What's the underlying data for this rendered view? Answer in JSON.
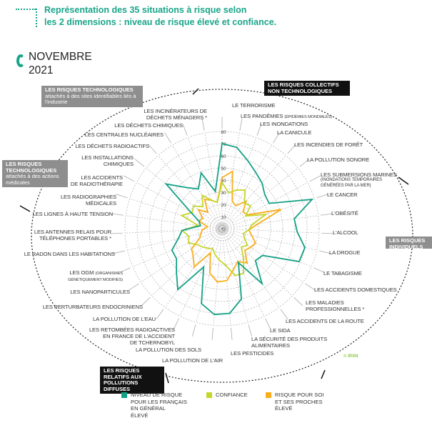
{
  "header": {
    "title_line1": "Représentation des 35 situations à risque selon",
    "title_line2": "les 2 dimensions : niveau de risque élevé et confiance.",
    "date_month": "NOVEMBRE",
    "date_year": "2021"
  },
  "categories": {
    "collectifs": "LES RISQUES COLLECTIFS NON TECHNOLOGIQUES",
    "techno_sites_title": "LES RISQUES TECHNOLOGIQUES",
    "techno_sites_sub": "attachés à des sites identifiables liés à l'industrie",
    "techno_medical_title": "LES RISQUES TECHNOLOGIQUES",
    "techno_medical_sub": "attachés à des actions médicales",
    "individuels": "LES RISQUES INDIVIDUELS",
    "pollutions": "LES RISQUES RELATIFS AUX POLLUTIONS DIFFUSES"
  },
  "credit": "© IRSN",
  "colors": {
    "risk": "#13a085",
    "confidence": "#c5d62a",
    "self": "#f9ad1b",
    "grid": "#b5b5b5"
  },
  "chart_data": {
    "type": "radar",
    "title": "Représentation des 35 situations à risque selon les 2 dimensions : niveau de risque élevé et confiance.",
    "rlim": [
      0,
      80
    ],
    "rticks": [
      "0",
      "10",
      "20",
      "30",
      "40",
      "50",
      "60",
      "70",
      "80"
    ],
    "categories": [
      "LE TERRORISME",
      "LES PANDÉMIES (ÉPIDÉMIES MONDIALES)",
      "LES INONDATIONS",
      "LA CANICULE",
      "LES INCENDIES DE FORÊT",
      "LA POLLUTION SONORE",
      "LES SUBMERSIONS MARINES (INONDATIONS TEMPORAIRES GÉNÉRÉES PAR LA MER)",
      "LE CANCER",
      "L'OBÉSITÉ",
      "L'ALCOOL",
      "LA DROGUE",
      "LE TABAGISME",
      "LES ACCIDENTS DOMESTIQUES",
      "LES MALADIES PROFESSIONNELLES *",
      "LES ACCIDENTS DE LA ROUTE",
      "LE SIDA",
      "LA SÉCURITÉ DES PRODUITS ALIMENTAIRES",
      "LES PESTICIDES",
      "LA POLLUTION DE L'AIR",
      "LA POLLUTION DES SOLS",
      "LES RETOMBÉES RADIOACTIVES EN FRANCE DE L'ACCIDENT DE TCHERNOBYL",
      "LA POLLUTION DE L'EAU",
      "LES PERTURBATEURS ENDOCRINIENS",
      "LES NANOPARTICULES",
      "LES OGM (ORGANISMES GÉNÉTIQUEMENT MODIFIÉS)",
      "LE RADON DANS LES HABITATIONS",
      "LES ANTENNES RELAIS POUR TÉLÉPHONES PORTABLES *",
      "LES LIGNES À HAUTE TENSION",
      "LES RADIOGRAPHIES MÉDICALES",
      "LES ACCIDENTS DE RADIOTHÉRAPIE",
      "LES INSTALLATIONS CHIMIQUES",
      "LES DÉCHETS RADIOACTIFS",
      "LES CENTRALES NUCLÉAIRES",
      "LES DÉCHETS CHIMIQUES",
      "LES INCINÉRATEURS DE DÉCHETS MÉNAGERS *"
    ],
    "series": [
      {
        "name": "NIVEAU DE RISQUE POUR LES FRANÇAIS EN GÉNÉRAL ÉLEVÉ",
        "color": "#13a085",
        "values": [
          70,
          68,
          60,
          54,
          50,
          45,
          44,
          78,
          60,
          62,
          70,
          69,
          40,
          38,
          56,
          31,
          60,
          70,
          71,
          64,
          35,
          62,
          52,
          45,
          45,
          37,
          33,
          18,
          20,
          30,
          59,
          45,
          38,
          49,
          31
        ]
      },
      {
        "name": "CONFIANCE",
        "color": "#c5d62a",
        "values": [
          38,
          30,
          34,
          37,
          28,
          30,
          22,
          38,
          25,
          22,
          18,
          20,
          25,
          22,
          30,
          41,
          40,
          30,
          26,
          22,
          18,
          20,
          22,
          24,
          30,
          28,
          33,
          20,
          35,
          28,
          30,
          24,
          32,
          25,
          22
        ]
      },
      {
        "name": "RISQUE POUR SOI ET SES PROCHES ÉLEVÉ",
        "color": "#f9ad1b",
        "values": [
          42,
          48,
          24,
          22,
          30,
          22,
          24,
          51,
          30,
          22,
          25,
          30,
          28,
          26,
          35,
          30,
          35,
          43,
          44,
          38,
          22,
          39,
          33,
          30,
          20,
          18,
          16,
          12,
          20,
          18,
          25,
          18,
          28,
          25,
          22
        ]
      }
    ],
    "legend": "bottom"
  },
  "label_lines": [
    [
      "LE TERRORISME"
    ],
    [
      "LES PANDÉMIES ",
      "(ÉPIDÉMIES MONDIALES)"
    ],
    [
      "LES INONDATIONS"
    ],
    [
      "LA CANICULE"
    ],
    [
      "LES INCENDIES DE FORÊT"
    ],
    [
      "LA POLLUTION SONORE"
    ],
    [
      "LES SUBMERSIONS MARINES",
      "(INONDATIONS TEMPORAIRES",
      "GÉNÉRÉES PAR LA MER)"
    ],
    [
      "LE CANCER"
    ],
    [
      "L'OBÉSITÉ"
    ],
    [
      "L'ALCOOL"
    ],
    [
      "LA DROGUE"
    ],
    [
      "LE TABAGISME"
    ],
    [
      "LES ACCIDENTS DOMESTIQUES"
    ],
    [
      "LES MALADIES",
      "PROFESSIONNELLES *"
    ],
    [
      "LES ACCIDENTS DE LA ROUTE"
    ],
    [
      "LE SIDA"
    ],
    [
      "LA SÉCURITÉ DES PRODUITS",
      "ALIMENTAIRES"
    ],
    [
      "LES PESTICIDES"
    ],
    [
      "LA POLLUTION DE L'AIR"
    ],
    [
      "LA POLLUTION DES SOLS"
    ],
    [
      "LES RETOMBÉES RADIOACTIVES",
      "EN FRANCE DE L'ACCIDENT",
      "DE TCHERNOBYL"
    ],
    [
      "LA POLLUTION DE L'EAU"
    ],
    [
      "LES PERTURBATEURS ENDOCRINIENS"
    ],
    [
      "LES NANOPARTICULES"
    ],
    [
      "LES OGM ",
      "(ORGANISMES",
      "GÉNÉTIQUEMENT MODIFIÉS)"
    ],
    [
      "LE RADON DANS LES HABITATIONS"
    ],
    [
      "LES ANTENNES RELAIS POUR",
      "TÉLÉPHONES PORTABLES *"
    ],
    [
      "LES LIGNES À HAUTE TENSION"
    ],
    [
      "LES RADIOGRAPHIES",
      "MÉDICALES"
    ],
    [
      "LES ACCIDENTS",
      "DE RADIOTHÉRAPIE"
    ],
    [
      "LES INSTALLATIONS",
      "CHIMIQUES"
    ],
    [
      "LES DÉCHETS RADIOACTIFS"
    ],
    [
      "LES CENTRALES NUCLÉAIRES"
    ],
    [
      "LES DÉCHETS CHIMIQUES"
    ],
    [
      "LES INCINÉRATEURS DE",
      "DÉCHETS MÉNAGERS *"
    ]
  ],
  "legend": {
    "risk": [
      "NIVEAU DE RISQUE",
      "POUR LES FRANÇAIS",
      "EN GÉNÉRAL",
      "ÉLEVÉ"
    ],
    "confidence": [
      "CONFIANCE"
    ],
    "self": [
      "RISQUE POUR SOI",
      "ET SES PROCHES",
      "ÉLEVÉ"
    ]
  }
}
